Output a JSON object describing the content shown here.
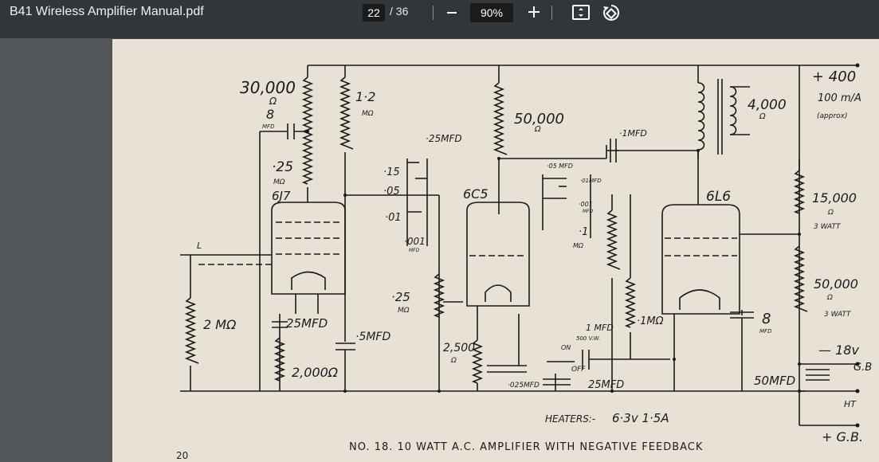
{
  "toolbar": {
    "title": "B41 Wireless Amplifier Manual.pdf",
    "current_page": "22",
    "total_pages": "/ 36",
    "zoom": "90%",
    "icons": [
      "zoom-out-icon",
      "zoom-in-icon",
      "fit-page-icon",
      "rotate-icon"
    ]
  },
  "page": {
    "caption": "NO. 18.   10 WATT A.C. AMPLIFIER WITH NEGATIVE FEEDBACK",
    "page_number": "20",
    "heaters": "HEATERS:-",
    "heaters_values": "6·3v  1·5A",
    "labels": {
      "r30000": "30,000",
      "ohm1": "Ω",
      "cap8": "8",
      "mfd1": "MFD",
      "res12": "1·2",
      "mohm1": "MΩ",
      "res25": "·25",
      "mohm2": "MΩ",
      "tube6j7": "6J7",
      "cap15": "·15",
      "cap05": "·05",
      "cap01": "·01",
      "cap25mfd": "·25MFD",
      "cap001": "·001",
      "mfd2": "MFD",
      "tube6c5": "6C5",
      "r50000": "50,000",
      "ohm2": "Ω",
      "cap05mfd": "·05 MFD",
      "cap01mfd": "·01MFD",
      "cap001mfd": "·001",
      "mfd3": "MFD",
      "cap1mfd": "·1MFD",
      "res1": "·1",
      "mohm3": "MΩ",
      "r4000": "4,000",
      "ohm3": "Ω",
      "tube6l6": "6L6",
      "plus400": "+ 400",
      "ma100": "100 m/A",
      "approx": "(approx)",
      "r15000": "15,000",
      "ohm4": "Ω",
      "watt3a": "3 WATT",
      "r50000b": "50,000",
      "ohm5": "Ω",
      "watt3b": "3 WATT",
      "res2m": "2 MΩ",
      "cap25mfd2": "25MFD",
      "r2000": "2,000Ω",
      "cap5mfd": "·5MFD",
      "res25b": "·25",
      "mohm4": "MΩ",
      "r2500": "2,500",
      "ohm6": "Ω",
      "cap025": "·025MFD",
      "cap25mfd3": "25MFD",
      "cap1mfd500": "1 MFD",
      "v500": "500 V.W.",
      "on": "ON",
      "off": "OFF",
      "res1m": "·1MΩ",
      "cap8b": "8",
      "mfd4": "MFD",
      "minus18": "— 18v",
      "gb": "G.B",
      "cap50mfd": "50MFD",
      "ht": "HT",
      "plusgb": "+ G.B.",
      "lmark": "L"
    }
  }
}
